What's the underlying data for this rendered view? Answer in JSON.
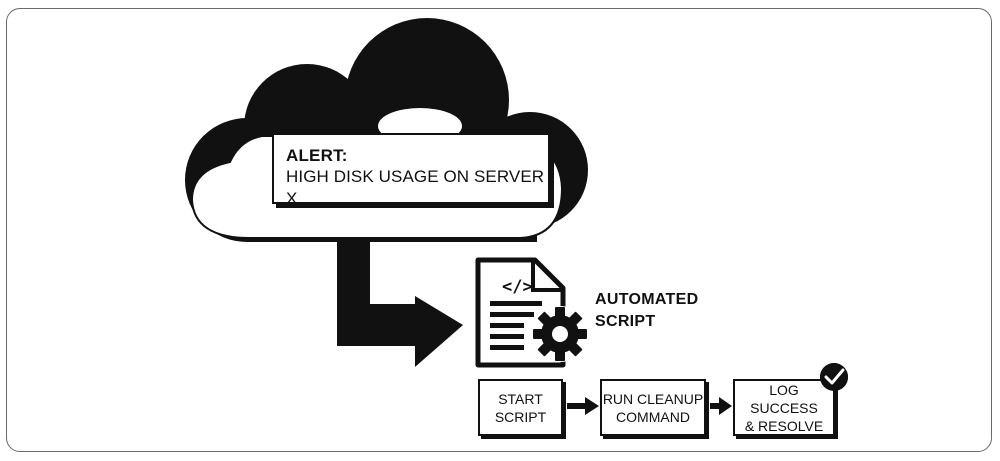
{
  "alert": {
    "title": "ALERT:",
    "message": "HIGH DISK USAGE ON SERVER X"
  },
  "script": {
    "label_line1": "AUTOMATED",
    "label_line2": "SCRIPT",
    "icon_code_text": "</>"
  },
  "steps": [
    {
      "line1": "START",
      "line2": "SCRIPT"
    },
    {
      "line1": "RUN CLEANUP",
      "line2": "COMMAND"
    },
    {
      "line1": "LOG SUCCESS",
      "line2": "& RESOLVE"
    }
  ],
  "icons": {
    "cloud": "cloud-icon",
    "document": "script-document-icon",
    "gear": "gear-icon",
    "check": "check-badge-icon"
  },
  "colors": {
    "ink": "#111111",
    "paper": "#ffffff",
    "frame": "#6a6a6a"
  }
}
